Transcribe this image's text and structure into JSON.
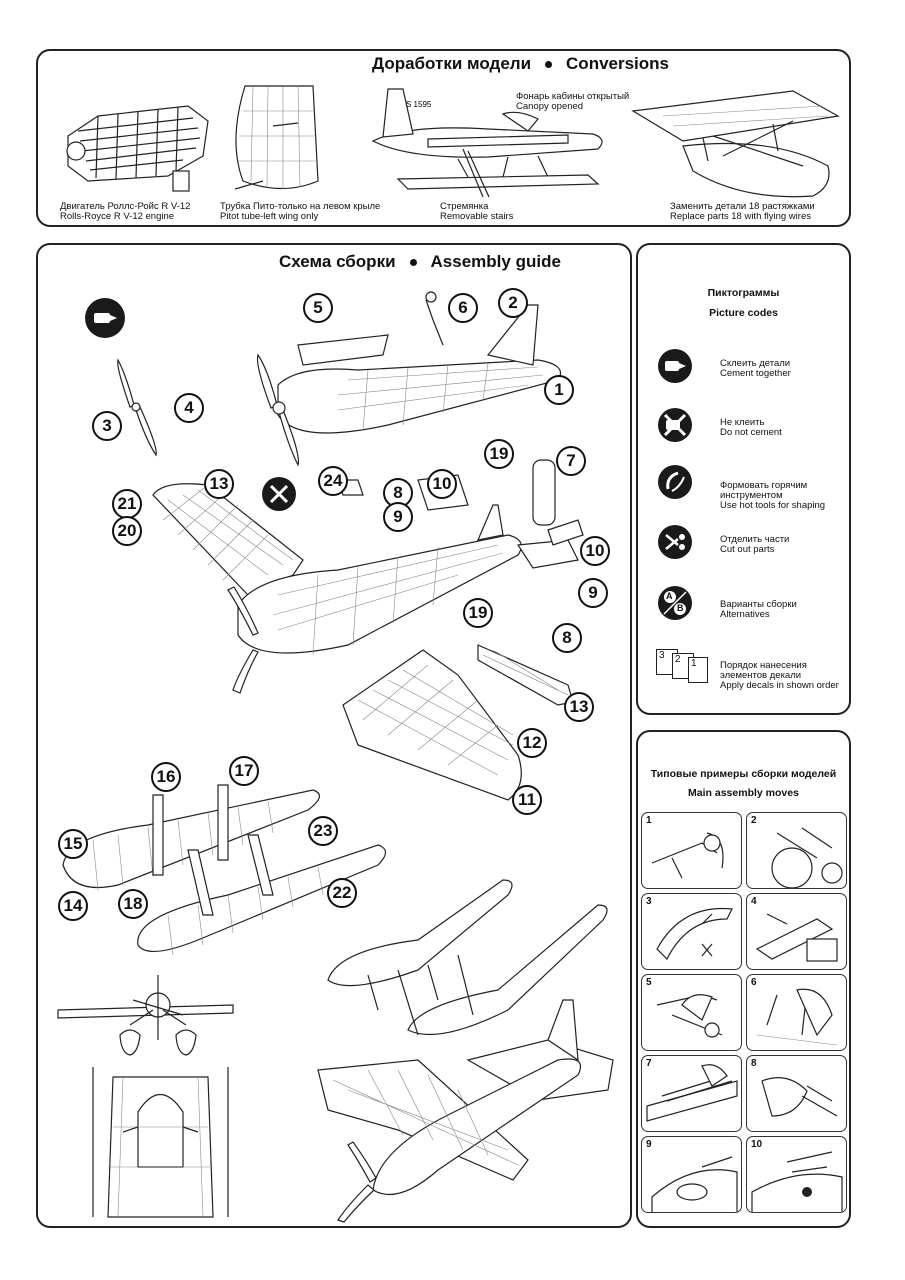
{
  "conversions": {
    "title_ru": "Доработки модели",
    "title_en": "Conversions",
    "canopy_ru": "Фонарь кабины открытый",
    "canopy_en": "Canopy opened",
    "items": [
      {
        "ru": "Двигатель Роллс-Ройс R  V-12",
        "en": "Rolls-Royce R  V-12 engine"
      },
      {
        "ru": "Трубка Пито-только на левом крыле",
        "en": "Pitot tube-left wing only"
      },
      {
        "ru": "Стремянка",
        "en": "Removable stairs"
      },
      {
        "ru": "Заменить детали 18 растяжками",
        "en": "Replace parts 18 with flying wires"
      }
    ]
  },
  "assembly": {
    "title_ru": "Схема сборки",
    "title_en": "Assembly guide",
    "part_numbers": [
      "5",
      "6",
      "2",
      "1",
      "3",
      "4",
      "19",
      "7",
      "24",
      "13",
      "8",
      "10",
      "21",
      "20",
      "9",
      "9",
      "10",
      "8",
      "19",
      "13",
      "12",
      "11",
      "16",
      "17",
      "15",
      "23",
      "14",
      "18",
      "22"
    ]
  },
  "pictograms": {
    "title_ru": "Пиктограммы",
    "title_en": "Picture codes",
    "items": [
      {
        "icon": "cement-icon",
        "ru": "Склеить детали",
        "en": "Cement together"
      },
      {
        "icon": "no-cement-icon",
        "ru": "Не клеить",
        "en": "Do not cement"
      },
      {
        "icon": "hot-tool-icon",
        "ru": "Формовать горячим инструментом",
        "en": "Use hot tools for shaping"
      },
      {
        "icon": "cut-icon",
        "ru": "Отделить части",
        "en": "Cut out parts"
      },
      {
        "icon": "alternatives-icon",
        "ru": "Варианты сборки",
        "en": "Alternatives"
      },
      {
        "icon": "decal-order-icon",
        "ru": "Порядок нанесения элементов декали",
        "en": "Apply decals in shown order"
      }
    ],
    "alt_a": "A",
    "alt_b": "B",
    "decal_nums": [
      "3",
      "2",
      "1"
    ]
  },
  "moves": {
    "title_ru": "Типовые примеры сборки моделей",
    "title_en": "Main assembly moves",
    "steps": [
      "1",
      "2",
      "3",
      "4",
      "5",
      "6",
      "7",
      "8",
      "9",
      "10"
    ]
  },
  "plane_reg": "S 1595"
}
